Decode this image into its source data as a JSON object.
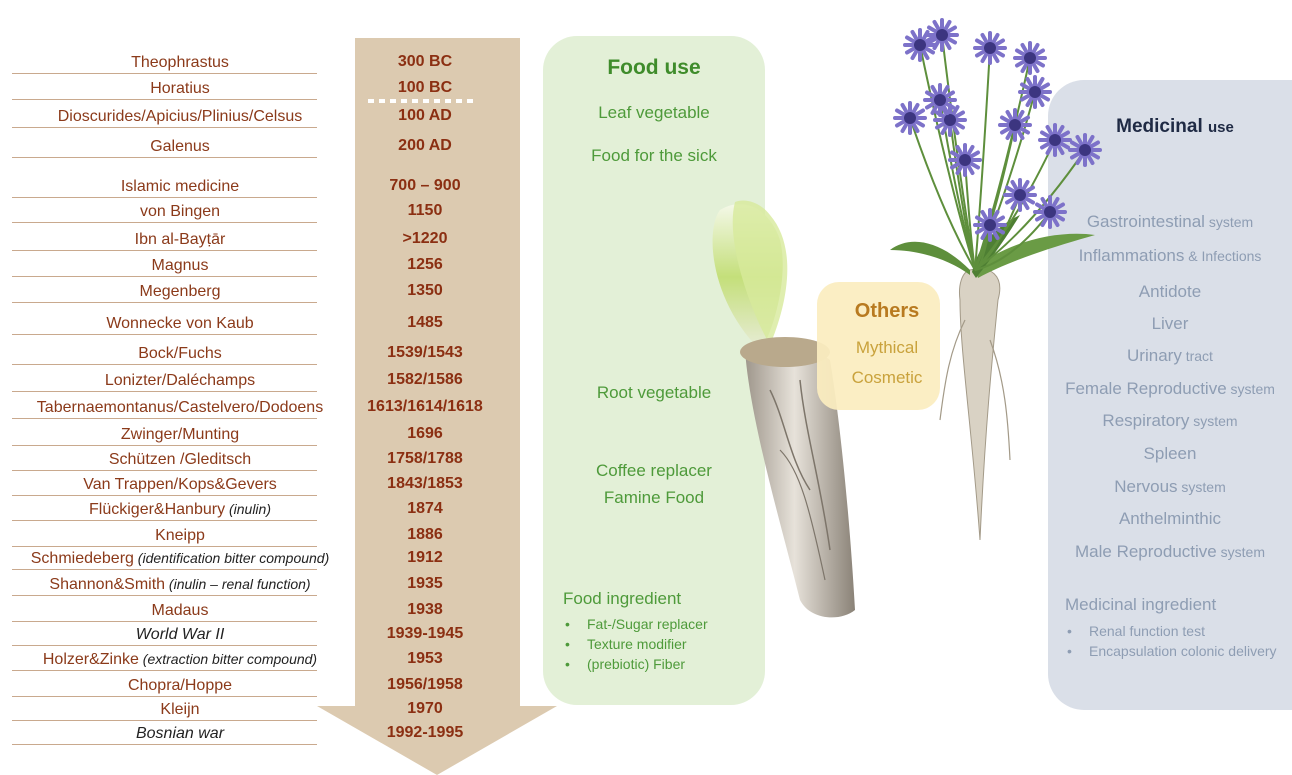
{
  "timeline": [
    {
      "name": "Theophrastus",
      "year": "300 BC"
    },
    {
      "name": "Horatius",
      "year": "100 BC"
    },
    {
      "name": "Dioscurides/Apicius/Plinius/Celsus",
      "year": "100 AD"
    },
    {
      "name": "Galenus",
      "year": "200 AD"
    },
    {
      "name": "Islamic medicine",
      "year": "700 – 900"
    },
    {
      "name": "von Bingen",
      "year": "1150"
    },
    {
      "name": "Ibn al-Bayṭār",
      "year": ">1220"
    },
    {
      "name": "Magnus",
      "year": "1256"
    },
    {
      "name": "Megenberg",
      "year": "1350"
    },
    {
      "name": "Wonnecke von Kaub",
      "year": "1485"
    },
    {
      "name": "Bock/Fuchs",
      "year": "1539/1543"
    },
    {
      "name": "Lonizter/Daléchamps",
      "year": "1582/1586"
    },
    {
      "name": "Tabernaemontanus/Castelvero/Dodoens",
      "year": "1613/1614/1618"
    },
    {
      "name": "Zwinger/Munting",
      "year": "1696"
    },
    {
      "name": "Schützen /Gleditsch",
      "year": "1758/1788"
    },
    {
      "name": "Van Trappen/Kops&Gevers",
      "year": "1843/1853"
    },
    {
      "name": "Flückiger&Hanbury",
      "note": "(inulin)",
      "year": "1874"
    },
    {
      "name": "Kneipp",
      "year": "1886"
    },
    {
      "name": "Schmiedeberg",
      "note": "(identification bitter compound)",
      "year": "1912"
    },
    {
      "name": "Shannon&Smith",
      "note": "(inulin – renal function)",
      "year": "1935"
    },
    {
      "name": "Madaus",
      "year": "1938"
    },
    {
      "name": "World War II",
      "year": "1939-1945"
    },
    {
      "name": "Holzer&Zinke",
      "note": "(extraction bitter compound)",
      "year": "1953"
    },
    {
      "name": "Chopra/Hoppe",
      "year": "1956/1958"
    },
    {
      "name": "Kleijn",
      "year": "1970"
    },
    {
      "name": "Bosnian war",
      "year": "1992-1995"
    }
  ],
  "food_use": {
    "title": "Food use",
    "items": [
      "Leaf vegetable",
      "Food for the sick",
      "Root vegetable",
      "Coffee replacer",
      "Famine Food"
    ],
    "ingredient_title": "Food ingredient",
    "ingredient_items": [
      "Fat-/Sugar replacer",
      "Texture modifier",
      "(prebiotic) Fiber"
    ]
  },
  "others": {
    "title": "Others",
    "items": [
      "Mythical",
      "Cosmetic"
    ]
  },
  "medicinal_use": {
    "title_bold": "Medicinal",
    "title_rest": "use",
    "items": [
      {
        "main": "Gastrointestinal",
        "sub": "system"
      },
      {
        "main": "Inflammations",
        "sub": "& Infections"
      },
      {
        "main": "Antidote",
        "sub": ""
      },
      {
        "main": "Liver",
        "sub": ""
      },
      {
        "main": "Urinary",
        "sub": "tract"
      },
      {
        "main": "Female Reproductive",
        "sub": "system"
      },
      {
        "main": "Respiratory",
        "sub": "system"
      },
      {
        "main": "Spleen",
        "sub": ""
      },
      {
        "main": "Nervous",
        "sub": "system"
      },
      {
        "main": "Anthelminthic",
        "sub": ""
      },
      {
        "main": "Male Reproductive",
        "sub": "system"
      }
    ],
    "ingredient_title": "Medicinal ingredient",
    "ingredient_items": [
      "Renal function test",
      "Encapsulation colonic delivery"
    ]
  },
  "colors": {
    "arrow": "#dccab0",
    "year_text": "#8b2f12",
    "name_text": "#8b3a1a",
    "food_panel": "#e3f0d7",
    "food_text": "#4e9a3a",
    "others_panel": "#fbedbf",
    "others_title": "#b87a20",
    "others_text": "#c9a23c",
    "medicinal_panel": "#dadfe8",
    "medicinal_text": "#8e9db3"
  }
}
